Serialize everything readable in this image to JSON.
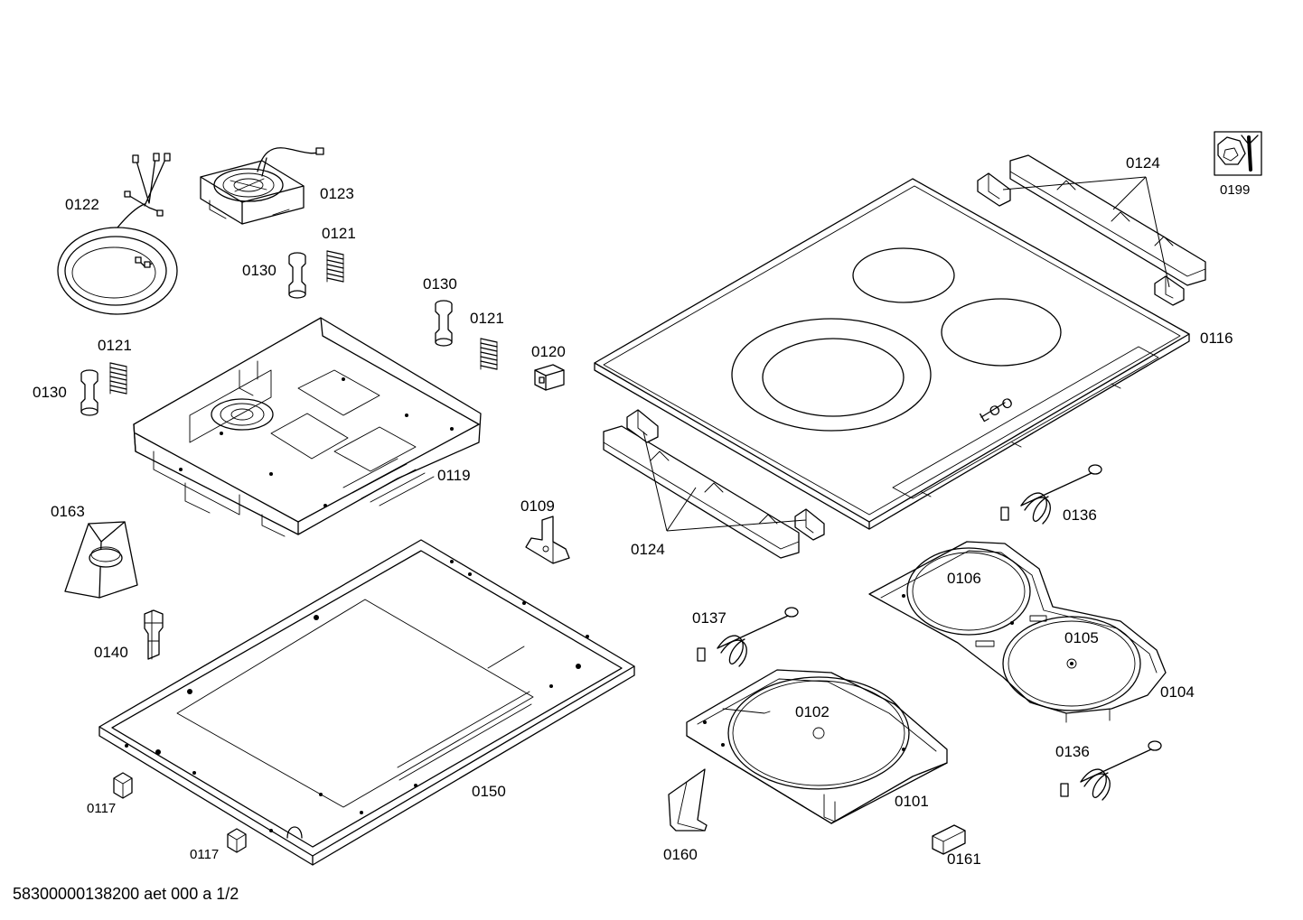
{
  "labels": {
    "p0122": "0122",
    "p0123": "0123",
    "p0121a": "0121",
    "p0121b": "0121",
    "p0121c": "0121",
    "p0130a": "0130",
    "p0130b": "0130",
    "p0130c": "0130",
    "p0120": "0120",
    "p0119": "0119",
    "p0163": "0163",
    "p0109": "0109",
    "p0140": "0140",
    "p0150": "0150",
    "p0117a": "0117",
    "p0117b": "0117",
    "p0124a": "0124",
    "p0124b": "0124",
    "p0199": "0199",
    "p0116": "0116",
    "p0136a": "0136",
    "p0136b": "0136",
    "p0106": "0106",
    "p0105": "0105",
    "p0104": "0104",
    "p0137": "0137",
    "p0102": "0102",
    "p0101": "0101",
    "p0160": "0160",
    "p0161": "0161"
  },
  "footer": "58300000138200 aet 000 a 1/2",
  "icons": {
    "service": "wrench-nut-icon"
  }
}
